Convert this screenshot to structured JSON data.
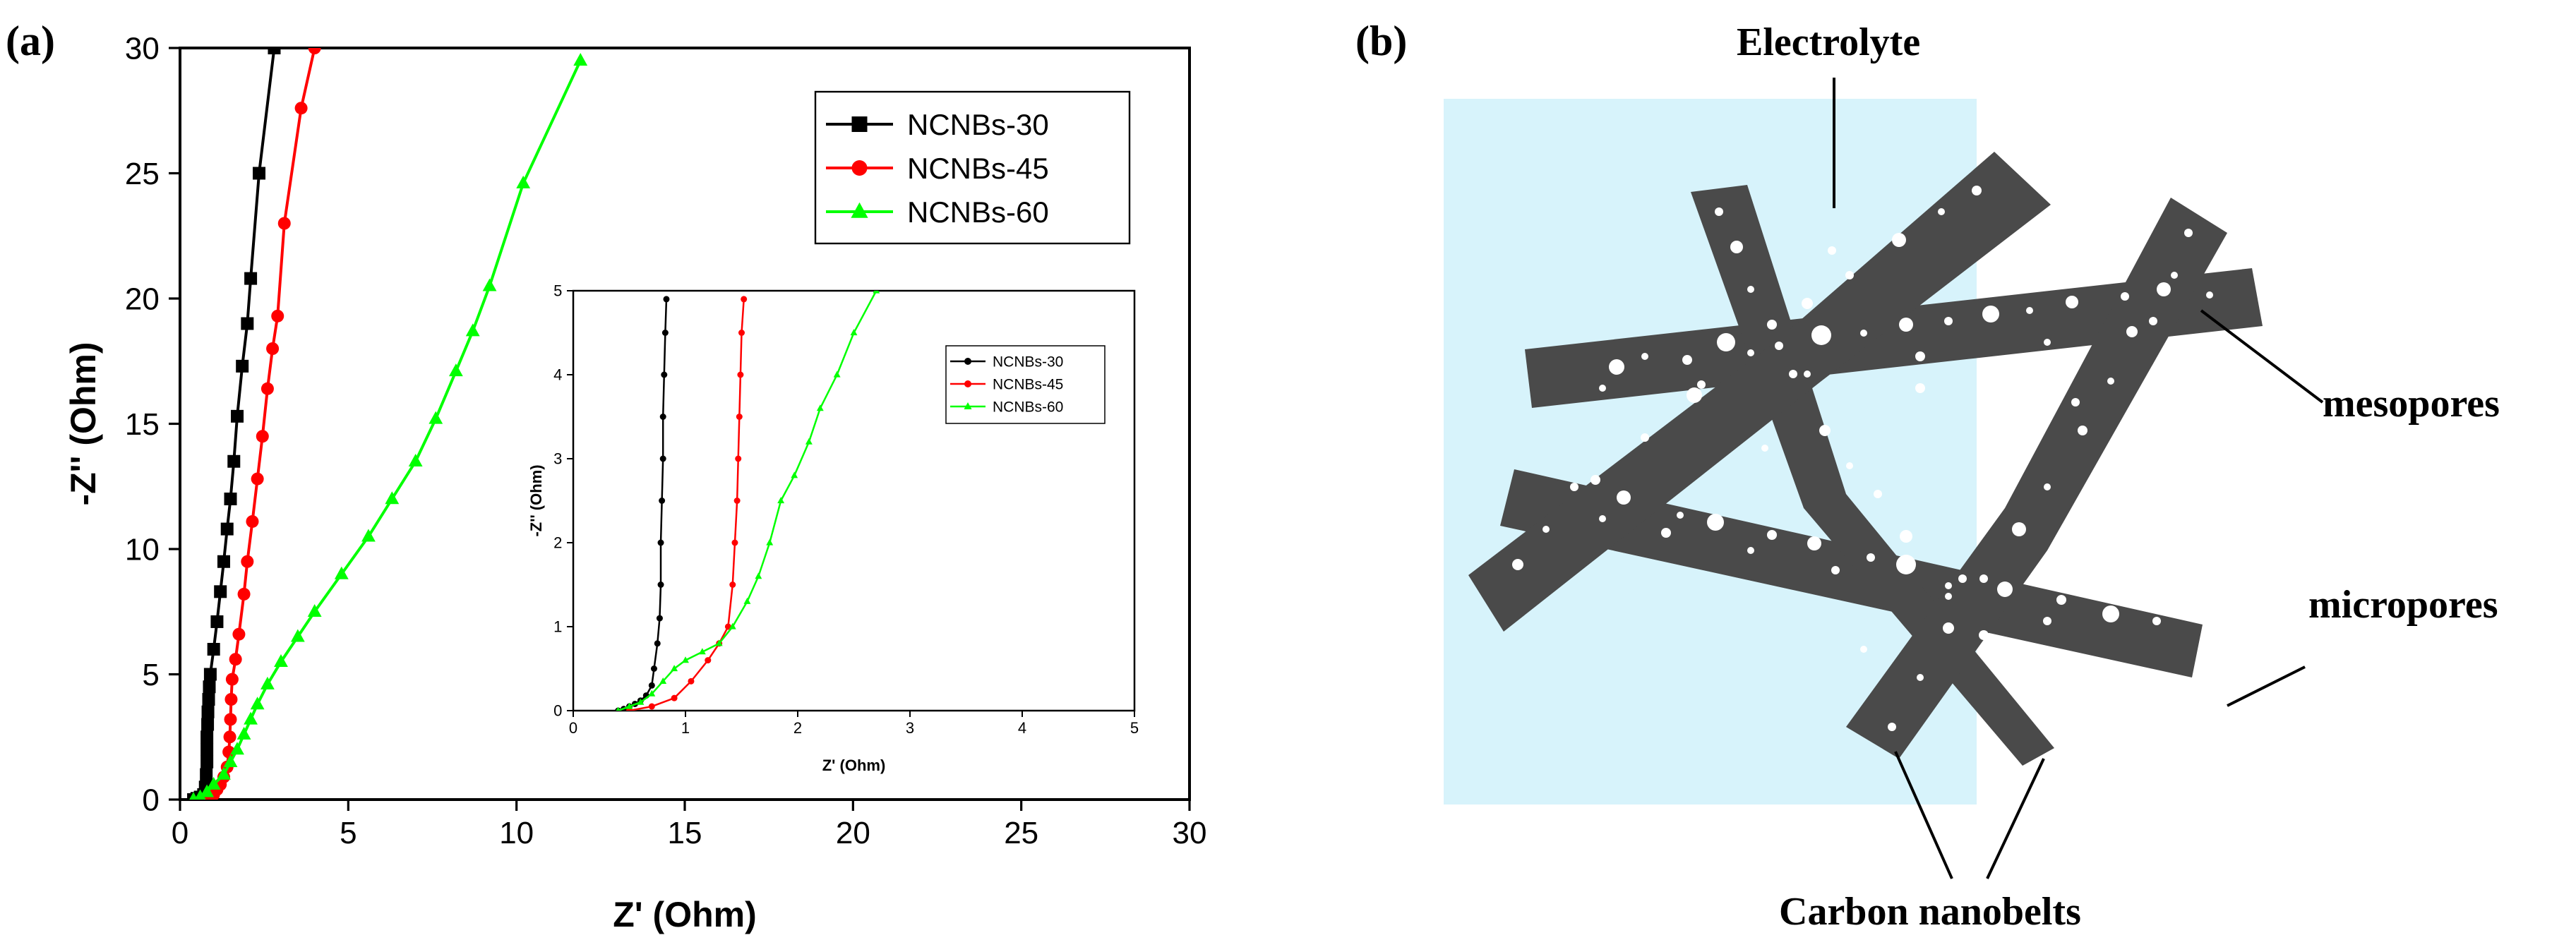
{
  "panel_a": {
    "label": "(a)"
  },
  "panel_b": {
    "label": "(b)",
    "labels": {
      "electrolyte": "Electrolyte",
      "mesopores": "mesopores",
      "micropores": "micropores",
      "carbon_nanobelts": "Carbon nanobelts"
    },
    "colors": {
      "background": "#d7f3fb",
      "belt": "#4a4a4a",
      "pore": "#ffffff"
    }
  },
  "chart_data": [
    {
      "type": "line",
      "xlabel": "Z' (Ohm)",
      "ylabel": "-Z'' (Ohm)",
      "xlim": [
        0,
        30
      ],
      "ylim": [
        0,
        30
      ],
      "xticks": [
        0,
        5,
        10,
        15,
        20,
        25,
        30
      ],
      "yticks": [
        0,
        5,
        10,
        15,
        20,
        25,
        30
      ],
      "legend_position": "top-right",
      "series": [
        {
          "name": "NCNBs-30",
          "color": "#000000",
          "marker": "square",
          "points": [
            [
              0.4,
              0.0
            ],
            [
              0.5,
              0.05
            ],
            [
              0.6,
              0.1
            ],
            [
              0.7,
              0.2
            ],
            [
              0.75,
              0.5
            ],
            [
              0.78,
              1.0
            ],
            [
              0.8,
              1.5
            ],
            [
              0.8,
              2.0
            ],
            [
              0.8,
              2.5
            ],
            [
              0.82,
              3.0
            ],
            [
              0.83,
              3.5
            ],
            [
              0.85,
              4.0
            ],
            [
              0.87,
              4.5
            ],
            [
              0.9,
              5.0
            ],
            [
              1.0,
              6.0
            ],
            [
              1.1,
              7.1
            ],
            [
              1.2,
              8.3
            ],
            [
              1.3,
              9.5
            ],
            [
              1.4,
              10.8
            ],
            [
              1.5,
              12.0
            ],
            [
              1.6,
              13.5
            ],
            [
              1.7,
              15.3
            ],
            [
              1.85,
              17.3
            ],
            [
              2.0,
              19.0
            ],
            [
              2.1,
              20.8
            ],
            [
              2.35,
              25.0
            ],
            [
              2.8,
              30.0
            ]
          ]
        },
        {
          "name": "NCNBs-45",
          "color": "#ff0000",
          "marker": "circle",
          "points": [
            [
              0.9,
              0.0
            ],
            [
              1.0,
              0.2
            ],
            [
              1.1,
              0.4
            ],
            [
              1.2,
              0.6
            ],
            [
              1.3,
              0.9
            ],
            [
              1.4,
              1.3
            ],
            [
              1.45,
              1.9
            ],
            [
              1.48,
              2.5
            ],
            [
              1.5,
              3.2
            ],
            [
              1.52,
              4.0
            ],
            [
              1.55,
              4.8
            ],
            [
              1.65,
              5.6
            ],
            [
              1.75,
              6.6
            ],
            [
              1.9,
              8.2
            ],
            [
              2.0,
              9.5
            ],
            [
              2.15,
              11.1
            ],
            [
              2.3,
              12.8
            ],
            [
              2.45,
              14.5
            ],
            [
              2.6,
              16.4
            ],
            [
              2.75,
              18.0
            ],
            [
              2.9,
              19.3
            ],
            [
              3.1,
              23.0
            ],
            [
              3.6,
              27.6
            ],
            [
              4.0,
              30.0
            ]
          ]
        },
        {
          "name": "NCNBs-60",
          "color": "#00ff00",
          "marker": "triangle",
          "points": [
            [
              0.4,
              0.0
            ],
            [
              0.6,
              0.1
            ],
            [
              0.8,
              0.3
            ],
            [
              1.0,
              0.6
            ],
            [
              1.3,
              1.0
            ],
            [
              1.5,
              1.5
            ],
            [
              1.7,
              2.0
            ],
            [
              1.9,
              2.6
            ],
            [
              2.1,
              3.2
            ],
            [
              2.3,
              3.8
            ],
            [
              2.6,
              4.6
            ],
            [
              3.0,
              5.5
            ],
            [
              3.5,
              6.5
            ],
            [
              4.0,
              7.5
            ],
            [
              4.8,
              9.0
            ],
            [
              5.6,
              10.5
            ],
            [
              6.3,
              12.0
            ],
            [
              7.0,
              13.5
            ],
            [
              7.6,
              15.2
            ],
            [
              8.2,
              17.1
            ],
            [
              8.7,
              18.7
            ],
            [
              9.2,
              20.5
            ],
            [
              10.2,
              24.6
            ],
            [
              11.9,
              29.5
            ]
          ]
        }
      ]
    },
    {
      "type": "line",
      "xlabel": "Z' (Ohm)",
      "ylabel": "-Z'' (Ohm)",
      "xlim": [
        0,
        5
      ],
      "ylim": [
        0,
        5
      ],
      "xticks": [
        0,
        1,
        2,
        3,
        4,
        5
      ],
      "yticks": [
        0,
        1,
        2,
        3,
        4,
        5
      ],
      "legend_position": "top-right",
      "series": [
        {
          "name": "NCNBs-30",
          "color": "#000000",
          "marker": "circle",
          "points": [
            [
              0.4,
              0.0
            ],
            [
              0.45,
              0.02
            ],
            [
              0.5,
              0.05
            ],
            [
              0.55,
              0.08
            ],
            [
              0.6,
              0.12
            ],
            [
              0.65,
              0.18
            ],
            [
              0.7,
              0.3
            ],
            [
              0.72,
              0.5
            ],
            [
              0.75,
              0.8
            ],
            [
              0.77,
              1.1
            ],
            [
              0.78,
              1.5
            ],
            [
              0.78,
              2.0
            ],
            [
              0.79,
              2.5
            ],
            [
              0.8,
              3.0
            ],
            [
              0.8,
              3.5
            ],
            [
              0.81,
              4.0
            ],
            [
              0.82,
              4.5
            ],
            [
              0.83,
              4.9
            ]
          ]
        },
        {
          "name": "NCNBs-45",
          "color": "#ff0000",
          "marker": "circle",
          "points": [
            [
              0.5,
              0.0
            ],
            [
              0.7,
              0.05
            ],
            [
              0.9,
              0.15
            ],
            [
              1.05,
              0.35
            ],
            [
              1.2,
              0.6
            ],
            [
              1.3,
              0.8
            ],
            [
              1.38,
              1.0
            ],
            [
              1.42,
              1.5
            ],
            [
              1.44,
              2.0
            ],
            [
              1.46,
              2.5
            ],
            [
              1.47,
              3.0
            ],
            [
              1.48,
              3.5
            ],
            [
              1.49,
              4.0
            ],
            [
              1.5,
              4.5
            ],
            [
              1.52,
              4.9
            ]
          ]
        },
        {
          "name": "NCNBs-60",
          "color": "#00ff00",
          "marker": "triangle",
          "points": [
            [
              0.4,
              0.0
            ],
            [
              0.5,
              0.05
            ],
            [
              0.6,
              0.1
            ],
            [
              0.7,
              0.2
            ],
            [
              0.8,
              0.35
            ],
            [
              0.9,
              0.5
            ],
            [
              1.0,
              0.6
            ],
            [
              1.15,
              0.7
            ],
            [
              1.3,
              0.8
            ],
            [
              1.42,
              1.0
            ],
            [
              1.55,
              1.3
            ],
            [
              1.65,
              1.6
            ],
            [
              1.75,
              2.0
            ],
            [
              1.85,
              2.5
            ],
            [
              1.97,
              2.8
            ],
            [
              2.1,
              3.2
            ],
            [
              2.2,
              3.6
            ],
            [
              2.35,
              4.0
            ],
            [
              2.5,
              4.5
            ],
            [
              2.7,
              5.0
            ]
          ]
        }
      ]
    }
  ]
}
